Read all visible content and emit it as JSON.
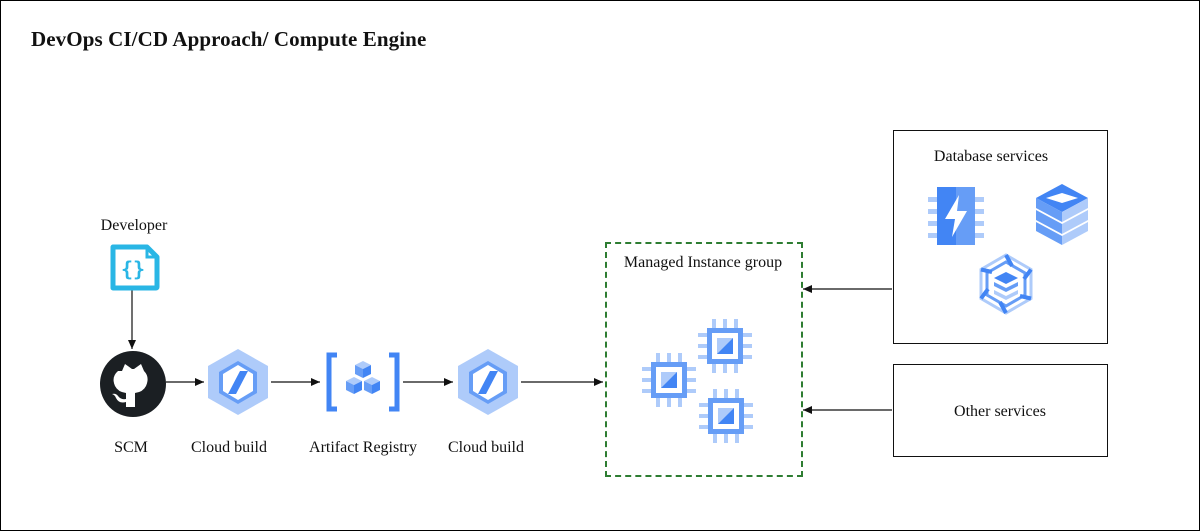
{
  "title": "DevOps CI/CD Approach/ Compute Engine",
  "nodes": {
    "developer": {
      "label": "Developer",
      "icon": "code-file-icon"
    },
    "scm": {
      "label": "SCM",
      "icon": "github-icon"
    },
    "cloud_build_1": {
      "label": "Cloud build",
      "icon": "cloud-build-icon"
    },
    "artifact_registry": {
      "label": "Artifact Registry",
      "icon": "artifact-registry-icon"
    },
    "cloud_build_2": {
      "label": "Cloud build",
      "icon": "cloud-build-icon"
    },
    "managed_instance_group": {
      "label": "Managed Instance group",
      "icon": "compute-chip-icon"
    },
    "database_services": {
      "label": "Database services",
      "icons": [
        "memorystore-icon",
        "cloud-sql-icon",
        "spanner-icon"
      ]
    },
    "other_services": {
      "label": "Other services"
    }
  },
  "colors": {
    "gcp_blue_dark": "#4285f4",
    "gcp_blue_mid": "#669df6",
    "gcp_blue_light": "#aecbfa",
    "developer_cyan": "#29b6e5",
    "github_black": "#1b1f23",
    "dashed_green": "#2e7d32"
  }
}
